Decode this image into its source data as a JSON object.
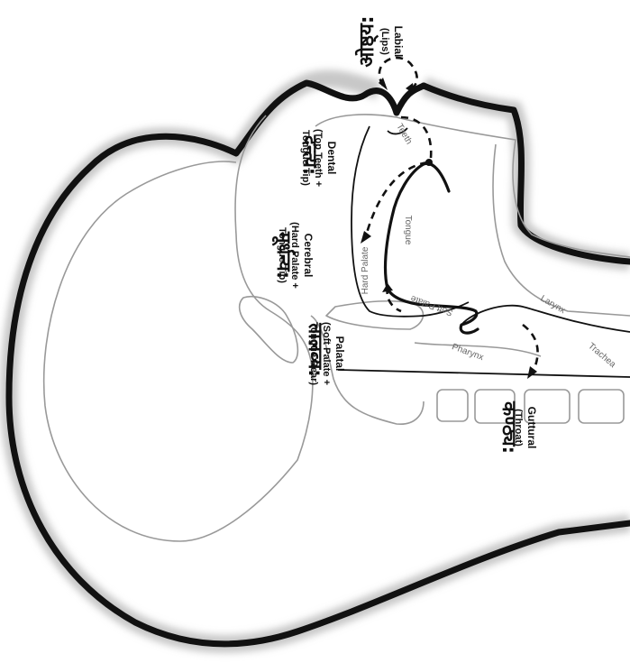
{
  "places": {
    "labial": {
      "sanskrit": "ओष्ठ्य:",
      "english": "Labial",
      "detail": "(Lips)"
    },
    "dental": {
      "sanskrit": "दन्त्य:",
      "english": "Dental",
      "detail1": "(Top Teeth +",
      "detail2": "Tongue Tip)"
    },
    "cerebral": {
      "sanskrit": "मूर्धन्य:",
      "english": "Cerebral",
      "detail1": "(Hard Palate +",
      "detail2": "Tongue Tip)"
    },
    "palatal": {
      "sanskrit": "तालव्य:",
      "english": "Palatal",
      "detail1": "(Soft Palate +",
      "detail2": "Tongue Rear)"
    },
    "guttural": {
      "sanskrit": "कण्ठ्य:",
      "english": "Guttural",
      "detail": "(Throat)"
    }
  },
  "anatomy": {
    "teeth": "Teeth",
    "tongue": "Tongue",
    "hard_palate": "Hard Palate",
    "soft_palate": "Soft Palate",
    "larynx": "Larynx",
    "pharynx": "Pharynx",
    "trachea": "Trachea"
  }
}
